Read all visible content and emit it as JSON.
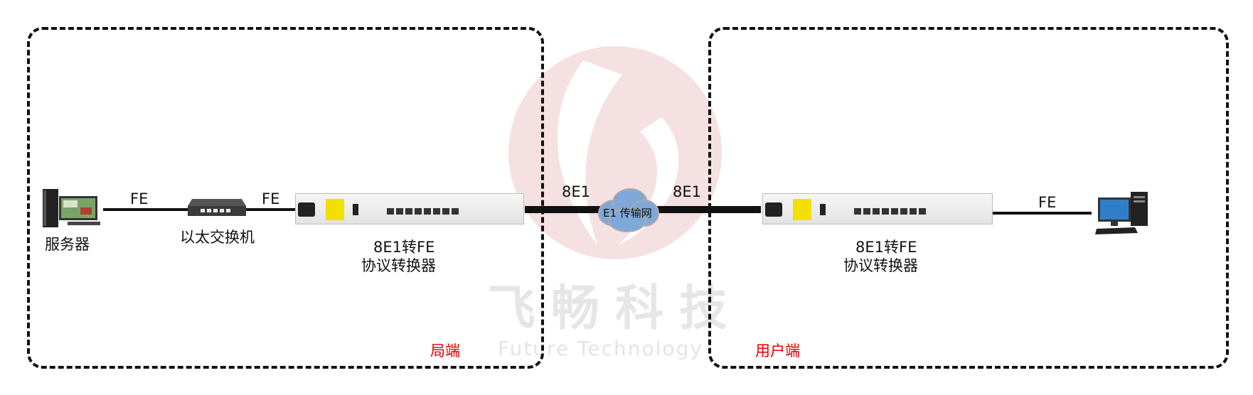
{
  "watermark": {
    "brand": "飞畅科技",
    "tagline": "Future Technology"
  },
  "zones": {
    "central": "局端",
    "user": "用户端"
  },
  "devices": {
    "server": "服务器",
    "switch": "以太交换机",
    "converter_left": {
      "line1": "8E1转FE",
      "line2": "协议转换器"
    },
    "converter_right": {
      "line1": "8E1转FE",
      "line2": "协议转换器"
    },
    "cloud": "E1 传输网"
  },
  "links": {
    "server_switch": "FE",
    "switch_converter": "FE",
    "converter_cloud": "8E1",
    "cloud_converter": "8E1",
    "converter_pc": "FE"
  },
  "colors": {
    "zone_label": "#e00000",
    "watermark_logo": "#f3d6d8"
  }
}
